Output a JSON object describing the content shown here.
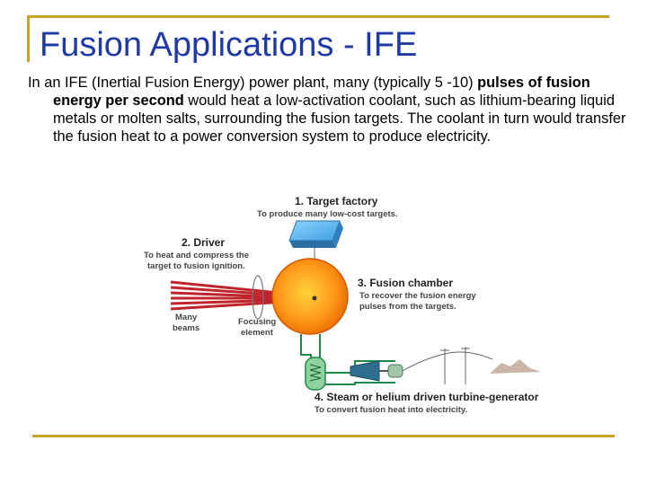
{
  "title": "Fusion Applications - IFE",
  "paragraph": {
    "part1": "In an IFE (Inertial Fusion Energy) power plant, many (typically 5 -10) ",
    "bold": "pulses of fusion energy per second",
    "part2": " would heat a low-activation coolant, such as lithium-bearing liquid metals or molten salts, surrounding the fusion targets. The coolant in turn would transfer the fusion heat to a power conversion system to produce electricity."
  },
  "diagram": {
    "target_factory": {
      "heading": "1. Target factory",
      "desc": "To produce many low-cost targets."
    },
    "driver": {
      "heading": "2. Driver",
      "desc_line1": "To heat and compress the",
      "desc_line2": "target to fusion ignition."
    },
    "fusion_chamber": {
      "heading": "3. Fusion chamber",
      "desc_line1": "To recover the fusion energy",
      "desc_line2": "pulses from the targets."
    },
    "turbine": {
      "heading": "4. Steam or helium driven turbine-generator",
      "desc": "To convert fusion heat into electricity."
    },
    "many_beams": {
      "line1": "Many",
      "line2": "beams"
    },
    "focusing_element": {
      "line1": "Focusing",
      "line2": "element"
    },
    "colors": {
      "chamber_core": "#ff9a1a",
      "chamber_edge": "#e86a00",
      "beam": "#c0252b",
      "target_box": "#5ab4f0",
      "exchanger": "#8fd19e",
      "pipe": "#1e8a4a",
      "turbine": "#2e6f8f"
    }
  }
}
